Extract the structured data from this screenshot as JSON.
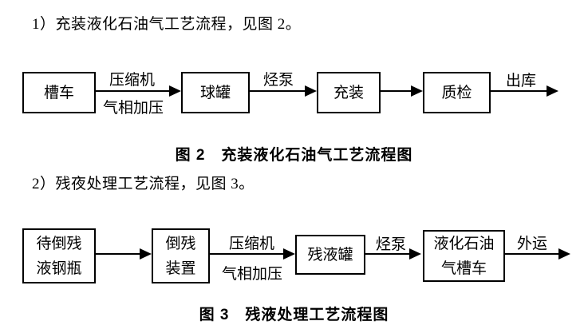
{
  "page": {
    "background": "#ffffff",
    "text_color": "#000000",
    "line_color": "#000000"
  },
  "intro_line_1": "1）充装液化石油气工艺流程，见图 2。",
  "intro_line_2": "2）残夜处理工艺流程，见图 3。",
  "figure2": {
    "caption": "图 2　充装液化石油气工艺流程图",
    "nodes": [
      {
        "label": "槽车"
      },
      {
        "label": "球罐"
      },
      {
        "label": "充装"
      },
      {
        "label": "质检"
      }
    ],
    "edges": [
      {
        "top": "压缩机",
        "bottom": "气相加压"
      },
      {
        "top": "烃泵"
      },
      {
        "top": ""
      },
      {
        "top": "出库"
      }
    ]
  },
  "figure3": {
    "caption": "图 3　残液处理工艺流程图",
    "nodes": [
      {
        "line1": "待倒残",
        "line2": "液钢瓶"
      },
      {
        "line1": "倒残",
        "line2": "装置"
      },
      {
        "label": "残液罐"
      },
      {
        "line1": "液化石油",
        "line2": "气槽车"
      }
    ],
    "edges": [
      {
        "top": ""
      },
      {
        "top": "压缩机",
        "bottom": "气相加压"
      },
      {
        "top": "烃泵"
      },
      {
        "top": "外运"
      }
    ]
  }
}
